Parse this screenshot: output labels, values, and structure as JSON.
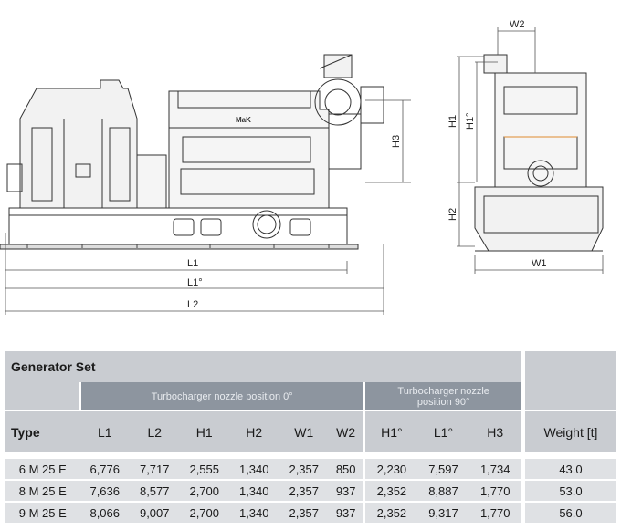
{
  "drawing": {
    "side_labels": {
      "l1": "L1",
      "l1_deg": "L1°",
      "l2": "L2",
      "h3": "H3"
    },
    "front_labels": {
      "w2": "W2",
      "h1": "H1",
      "h1_deg": "H1°",
      "h2": "H2",
      "w1": "W1"
    },
    "brand_mark": "MaK"
  },
  "table": {
    "title": "Generator Set",
    "group_0deg": "Turbocharger nozzle position 0°",
    "group_90deg_line1": "Turbocharger nozzle",
    "group_90deg_line2": "position 90°",
    "headers": [
      "Type",
      "L1",
      "L2",
      "H1",
      "H2",
      "W1",
      "W2",
      "H1°",
      "L1°",
      "H3",
      "Weight [t]"
    ],
    "rows": [
      [
        "6 M 25 E",
        "6,776",
        "7,717",
        "2,555",
        "1,340",
        "2,357",
        "850",
        "2,230",
        "7,597",
        "1,734",
        "43.0"
      ],
      [
        "8 M 25 E",
        "7,636",
        "8,577",
        "2,700",
        "1,340",
        "2,357",
        "937",
        "2,352",
        "8,887",
        "1,770",
        "53.0"
      ],
      [
        "9 M 25 E",
        "8,066",
        "9,007",
        "2,700",
        "1,340",
        "2,357",
        "937",
        "2,352",
        "9,317",
        "1,770",
        "56.0"
      ]
    ]
  }
}
